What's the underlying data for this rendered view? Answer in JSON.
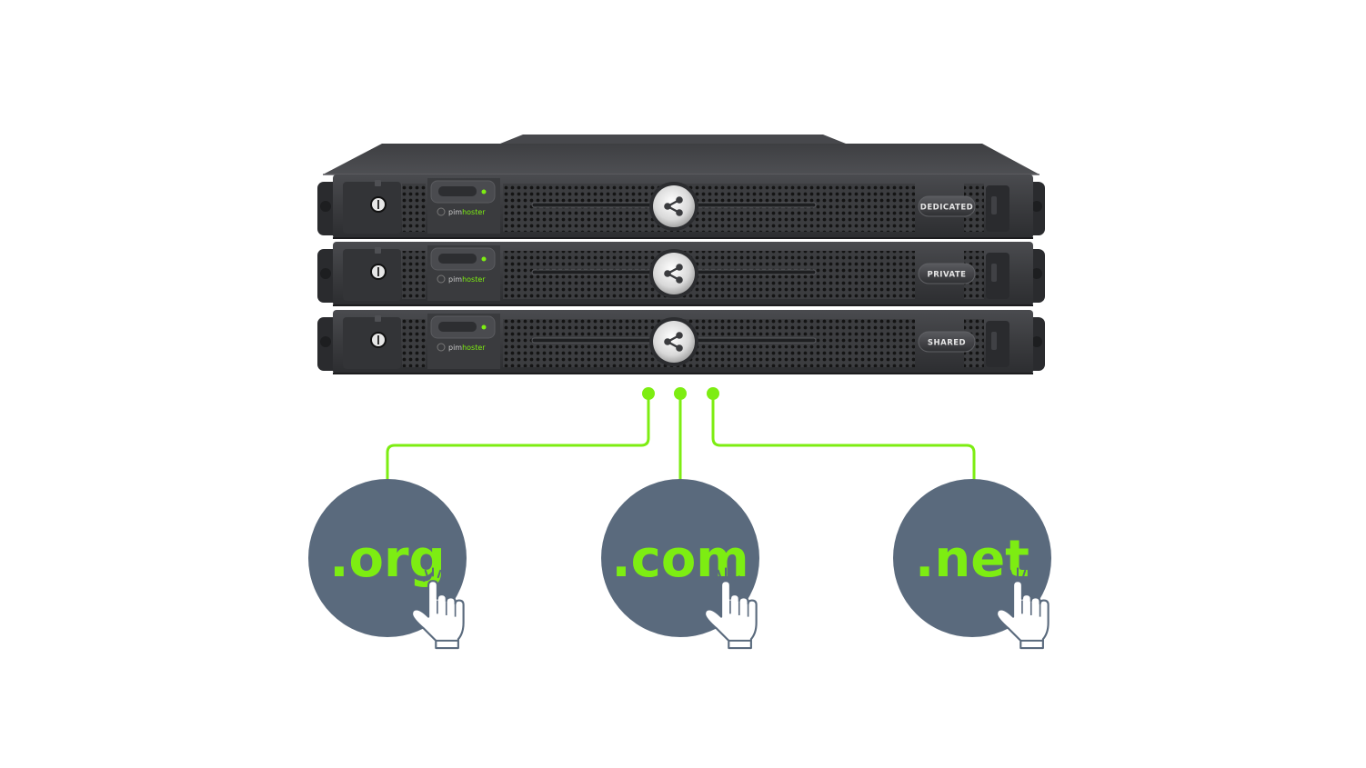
{
  "colors": {
    "accent": "#7ded12",
    "circle": "#5a6a7d",
    "chassis": "#3b3c3f",
    "panel": "#333437",
    "hand_fill": "#ffffff",
    "hand_stroke": "#5a6a7d"
  },
  "server_stack": {
    "units": [
      {
        "label": "DEDICATED",
        "brand_prefix": "pim",
        "brand_suffix": "hoster",
        "icon": "share-icon"
      },
      {
        "label": "PRIVATE",
        "brand_prefix": "pim",
        "brand_suffix": "hoster",
        "icon": "share-icon"
      },
      {
        "label": "SHARED",
        "brand_prefix": "pim",
        "brand_suffix": "hoster",
        "icon": "share-icon"
      }
    ]
  },
  "domains": [
    {
      "text": ".org",
      "icon": "pointer-hand-icon"
    },
    {
      "text": ".com",
      "icon": "pointer-hand-icon"
    },
    {
      "text": ".net",
      "icon": "pointer-hand-icon"
    }
  ]
}
